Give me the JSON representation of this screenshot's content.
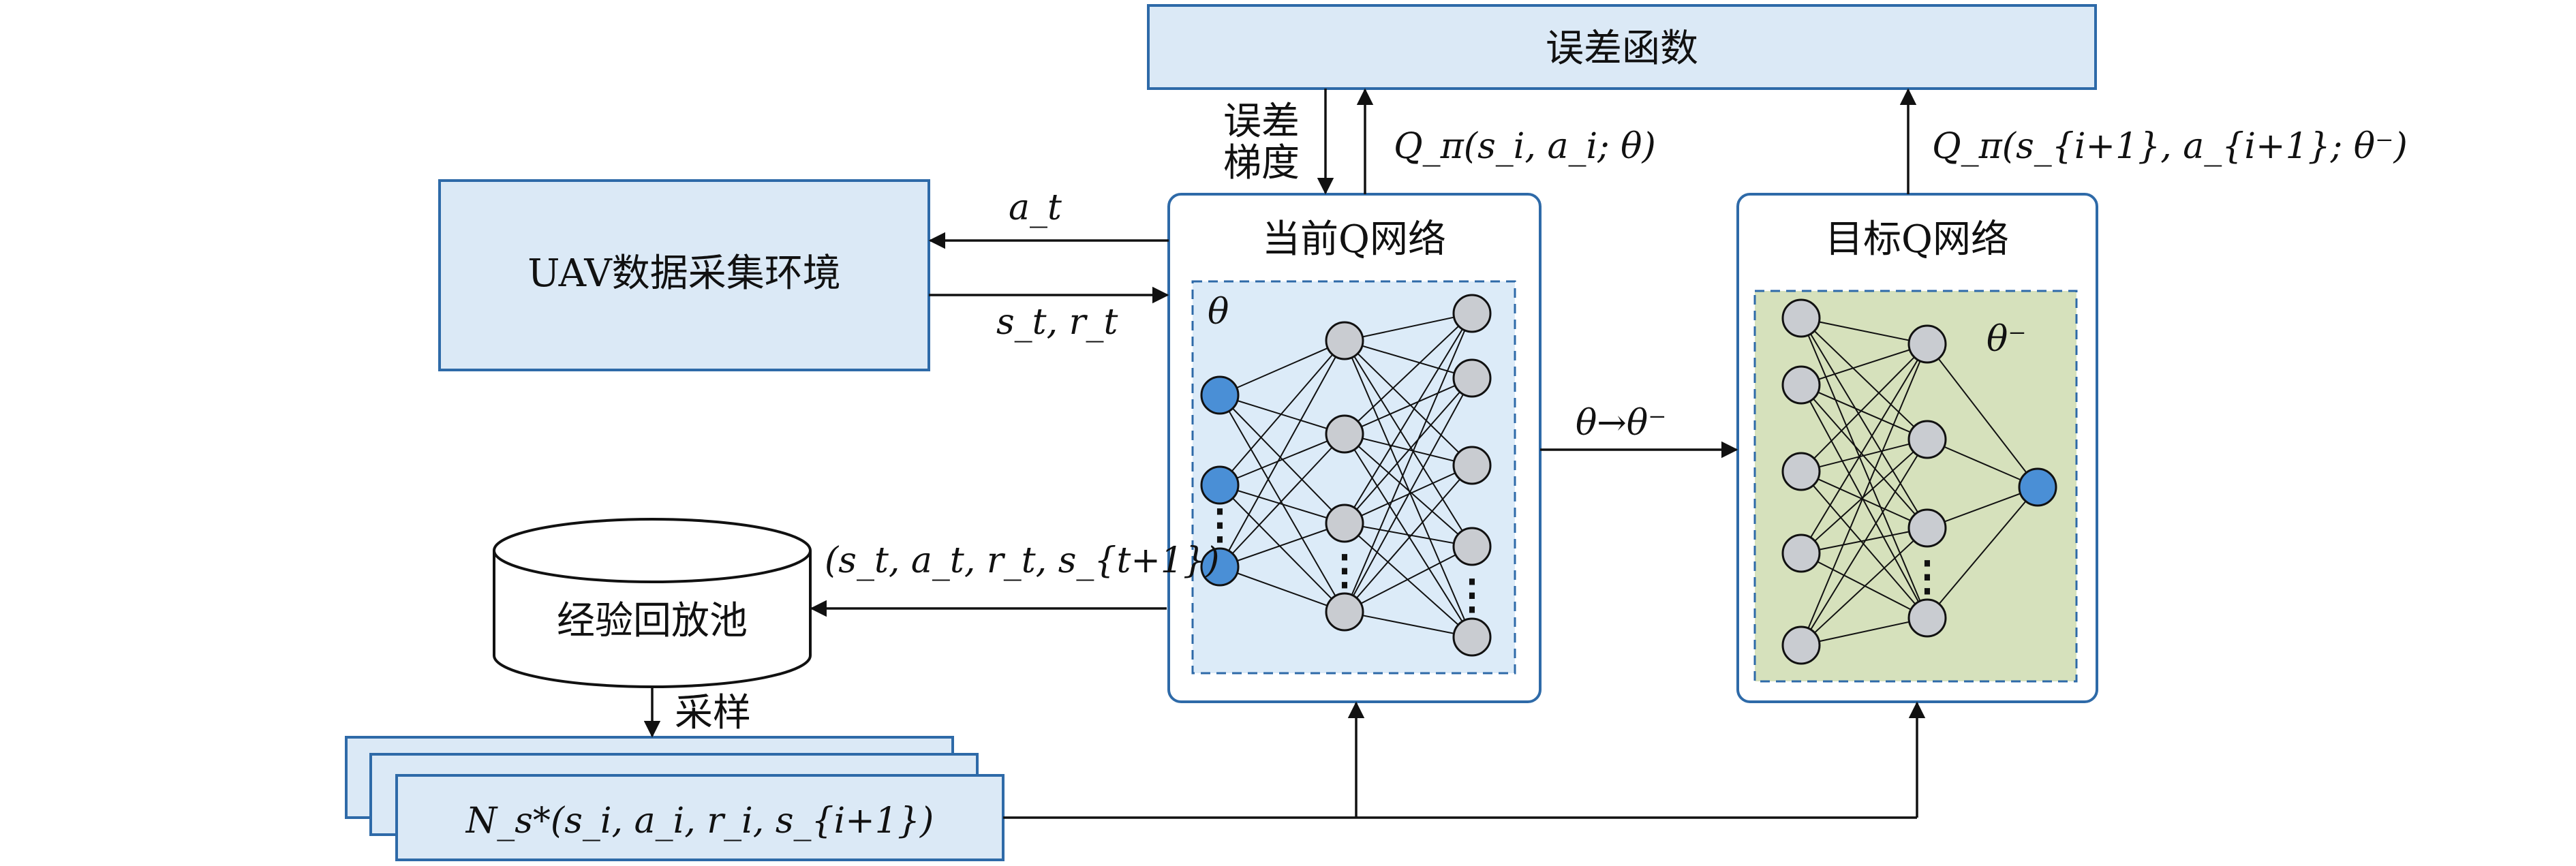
{
  "boxes": {
    "error_function": "误差函数",
    "environment": "UAV数据采集环境",
    "current_q": "当前Q网络",
    "target_q": "目标Q网络",
    "replay_pool": "经验回放池",
    "sample_batch": "N_s*(s_i, a_i, r_i, s_{i+1})"
  },
  "labels": {
    "error_gradient_line1": "误差",
    "error_gradient_line2": "梯度",
    "q_current": "Q_π(s_i, a_i; θ)",
    "q_target": "Q_π(s_{i+1}, a_{i+1}; θ⁻)",
    "action": "a_t",
    "state_reward": "s_t, r_t",
    "param_copy": "θ→θ⁻",
    "transition": "(s_t, a_t, r_t, s_{t+1})",
    "sampling": "采样",
    "theta": "θ",
    "theta_minus": "θ⁻",
    "ellipsis": "⋮"
  },
  "colors": {
    "box_fill": "#dbe9f6",
    "box_stroke": "#2e6aa8",
    "net_panel_blue": "#dcebf8",
    "net_panel_green": "#d6e1bc",
    "node_gray": "#c9ccd1",
    "node_blue": "#4a8fd6",
    "line": "#111111"
  }
}
